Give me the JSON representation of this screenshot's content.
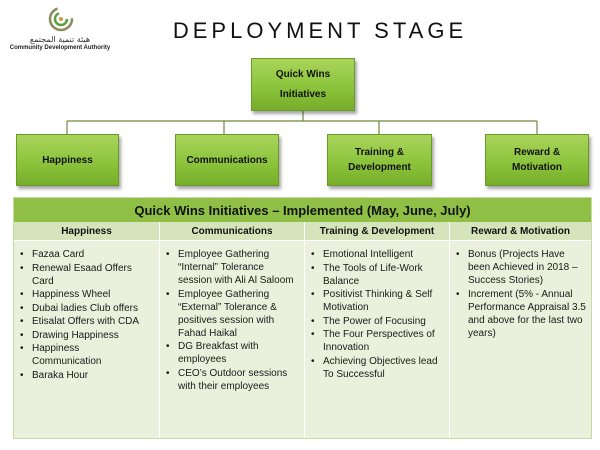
{
  "logo": {
    "org_ar": "هيئة تنمية المجتمع",
    "org_en": "Community Development Authority",
    "icon": "cda-logo-icon"
  },
  "title": "DEPLOYMENT STAGE",
  "root": {
    "line1": "Quick Wins",
    "line2": "Initiatives"
  },
  "categories": [
    {
      "label": "Happiness"
    },
    {
      "label": "Communications"
    },
    {
      "label": "Training & Development"
    },
    {
      "label": "Reward & Motivation"
    }
  ],
  "table": {
    "heading": "Quick Wins Initiatives – Implemented (May, June, July)",
    "columns": [
      {
        "header": "Happiness",
        "items": [
          "Fazaa Card",
          "Renewal Esaad Offers Card",
          "Happiness Wheel",
          "Dubai ladies Club offers",
          "Etisalat Offers with CDA",
          "Drawing Happiness",
          "Happiness Communication",
          "Baraka Hour"
        ]
      },
      {
        "header": "Communications",
        "items": [
          "Employee Gathering “Internal” Tolerance session  with Ali Al Saloom",
          "Employee Gathering “External” Tolerance & positives session with Fahad Haikal",
          "DG Breakfast with employees",
          "CEO’s Outdoor sessions with their employees"
        ]
      },
      {
        "header": "Training & Development",
        "items": [
          "Emotional Intelligent",
          "The Tools of Life-Work Balance",
          "Positivist Thinking & Self Motivation",
          "The Power of Focusing",
          "The Four Perspectives of Innovation",
          " Achieving Objectives lead To Successful"
        ]
      },
      {
        "header": "Reward & Motivation",
        "items": [
          "Bonus (Projects Have been Achieved in 2018 – Success Stories)",
          "Increment (5% - Annual Performance Appraisal 3.5 and above for the last two years)"
        ]
      }
    ]
  },
  "colors": {
    "box_green": "#8cc43c",
    "table_header": "#8fc045",
    "col_header": "#d6e4bb",
    "cell_bg": "#eaf0dc"
  }
}
